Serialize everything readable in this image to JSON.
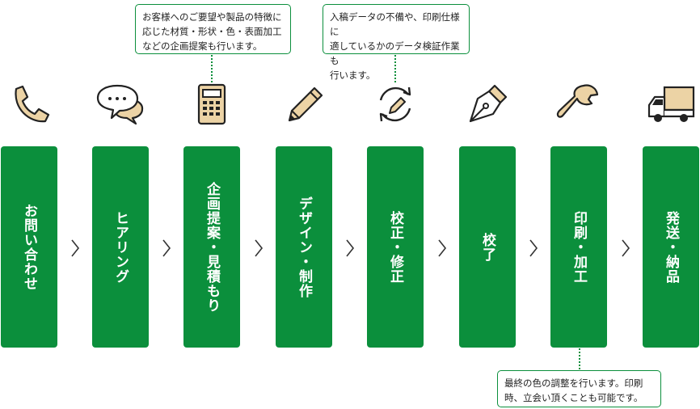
{
  "steps": [
    {
      "label": "お問い合わせ",
      "icon": "phone-icon"
    },
    {
      "label": "ヒアリング",
      "icon": "speech-bubbles-icon"
    },
    {
      "label": "企画提案・見積もり",
      "icon": "calculator-icon"
    },
    {
      "label": "デザイン・制作",
      "icon": "pencil-icon"
    },
    {
      "label": "校正・修正",
      "icon": "refresh-pencil-icon"
    },
    {
      "label": "校了",
      "icon": "fountain-pen-icon"
    },
    {
      "label": "印刷・加工",
      "icon": "wrench-icon"
    },
    {
      "label": "発送・納品",
      "icon": "truck-icon"
    }
  ],
  "notes": {
    "planning": "お客様へのご要望や製品の特徴に\n応じた材質・形状・色・表面加工\nなどの企画提案も行います。",
    "proofing": "入稿データの不備や、印刷仕様に\n適しているかのデータ検証作業も\n行います。",
    "printing": "最終の色の調整を行います。印刷\n時、立会い頂くことも可能です。"
  },
  "colors": {
    "accent": "#0b8f3c",
    "icon_fill": "#ecd3a5",
    "icon_stroke": "#222222"
  }
}
